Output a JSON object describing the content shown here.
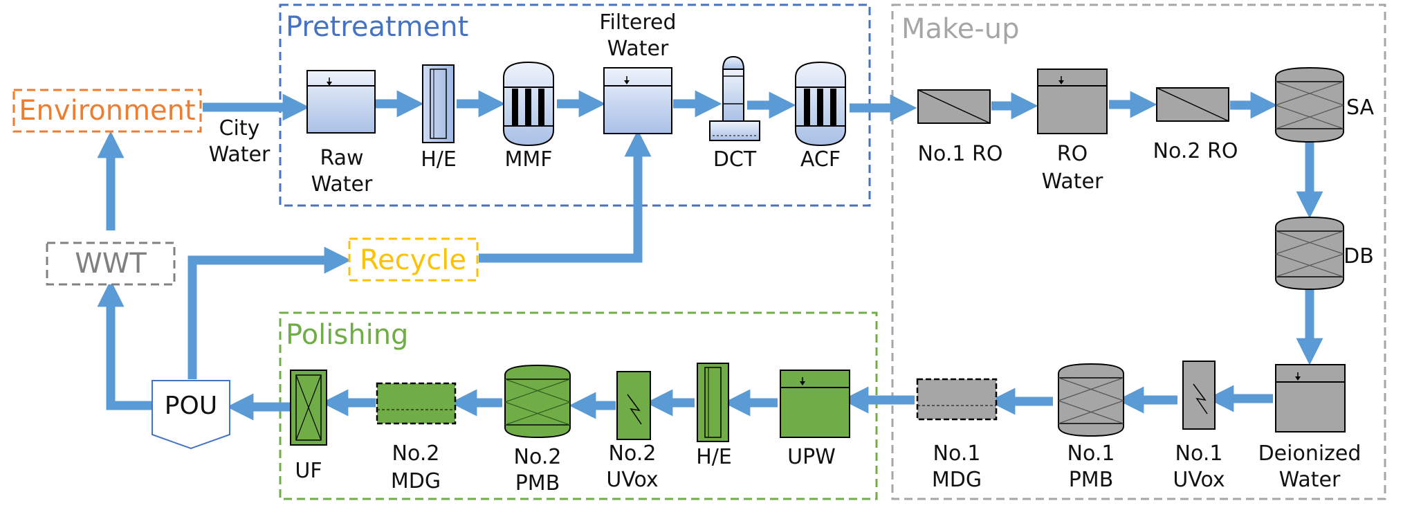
{
  "sections": {
    "pretreatment": "Pretreatment",
    "makeup": "Make-up",
    "polishing": "Polishing"
  },
  "nodes": {
    "environment": "Environment",
    "wwt": "WWT",
    "recycle": "Recycle",
    "pou": "POU",
    "city_water": [
      "City",
      "Water"
    ],
    "raw_water": [
      "Raw",
      "Water"
    ],
    "he1": "H/E",
    "mmf": "MMF",
    "filtered_water": [
      "Filtered",
      "Water"
    ],
    "dct": "DCT",
    "acf": "ACF",
    "no1_ro": "No.1 RO",
    "ro_water": [
      "RO",
      "Water"
    ],
    "no2_ro": "No.2 RO",
    "sa": "SA",
    "db": "DB",
    "deionized_water": [
      "Deionized",
      "Water"
    ],
    "no1_uvox": [
      "No.1",
      "UVox"
    ],
    "no1_pmb": [
      "No.1",
      "PMB"
    ],
    "no1_mdg": [
      "No.1",
      "MDG"
    ],
    "upw": "UPW",
    "he2": "H/E",
    "no2_uvox": [
      "No.2",
      "UVox"
    ],
    "no2_pmb": [
      "No.2",
      "PMB"
    ],
    "no2_mdg": [
      "No.2",
      "MDG"
    ],
    "uf": "UF"
  },
  "colors": {
    "pretreatment": "#4472C4",
    "makeup": "#A6A6A6",
    "polishing": "#70AD47",
    "environment": "#ED7D31",
    "recycle": "#FFC000",
    "wwt": "#808080",
    "flow": "#5B9BD5",
    "gray_unit": "#A6A6A6",
    "green_unit": "#70AD47",
    "blue_unit": "#C5D5EE"
  }
}
